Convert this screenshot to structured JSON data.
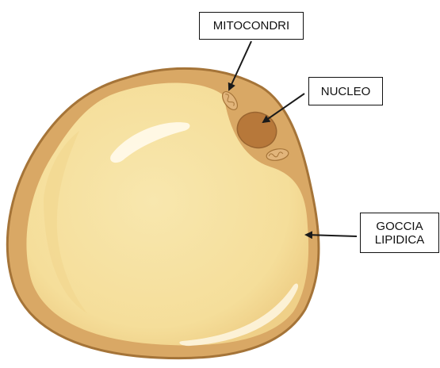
{
  "labels": {
    "mitochondria": "MITOCONDRI",
    "nucleus": "NUCLEO",
    "lipid_droplet": "GOCCIA\nLIPIDICA"
  },
  "colors": {
    "membrane": "#D9A865",
    "membrane_outline": "#A57438",
    "droplet": "#F7E4A6",
    "nucleus": "#B7783A",
    "mitochondria": "#E2B57B",
    "label_border": "#111111"
  }
}
